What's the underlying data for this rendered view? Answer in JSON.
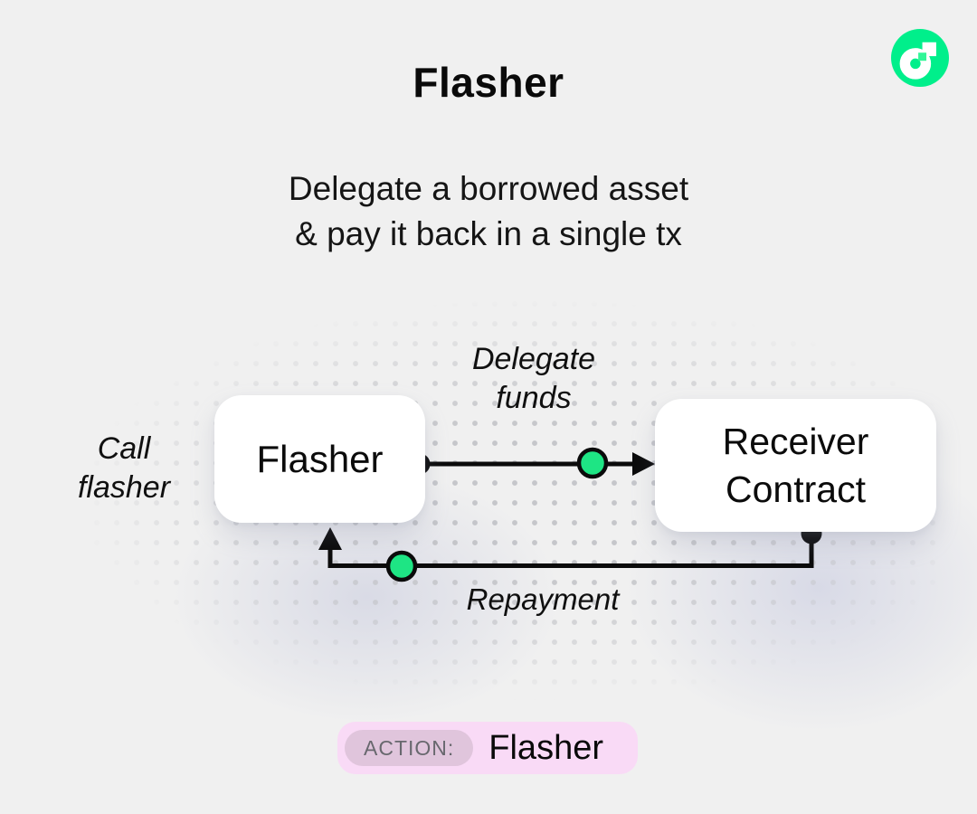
{
  "header": {
    "title": "Flasher",
    "subtitle_line1": "Delegate a borrowed asset",
    "subtitle_line2": "& pay it back in a single tx"
  },
  "logo": {
    "name": "flow-logo",
    "brand_color": "#00EF8B"
  },
  "diagram": {
    "nodes": [
      {
        "id": "flasher",
        "label": "Flasher"
      },
      {
        "id": "receiver-contract",
        "label_line1": "Receiver",
        "label_line2": "Contract"
      }
    ],
    "edges": [
      {
        "id": "delegate-funds",
        "label_line1": "Delegate",
        "label_line2": "funds",
        "from": "flasher",
        "to": "receiver-contract",
        "direction": "right"
      },
      {
        "id": "repayment",
        "label": "Repayment",
        "from": "receiver-contract",
        "to": "flasher",
        "direction": "left"
      }
    ],
    "side_label_line1": "Call",
    "side_label_line2": "flasher",
    "token_color": "#1EE584",
    "wire_color": "#0B0B0B"
  },
  "action_bar": {
    "badge_label": "ACTION:",
    "value": "Flasher",
    "bg_color": "#F9DAF6",
    "badge_bg_color": "#E0C5DC"
  }
}
